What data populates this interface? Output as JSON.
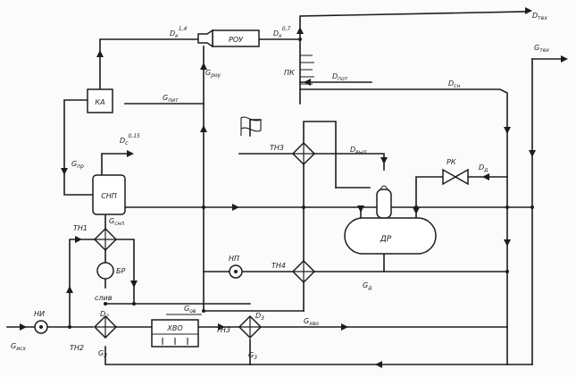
{
  "units": {
    "ka": "КА",
    "rou": "РОУ",
    "pk": "ПК",
    "snp": "СНП",
    "br": "БР",
    "dr": "ДР",
    "rk": "РК",
    "xvo": "ХВО",
    "np": "НП",
    "ni": "НИ"
  },
  "exchangers": {
    "tn1": "ТН1",
    "tn2": "ТН2",
    "tn3_top": "ТН3",
    "tn3_bottom": "ТН3",
    "tn4": "ТН4"
  },
  "flows": {
    "d_tex": {
      "base": "D",
      "sub": "тех",
      "sup": ""
    },
    "g_tex": {
      "base": "G",
      "sub": "тех",
      "sup": ""
    },
    "d_k_14": {
      "base": "D",
      "sub": "к",
      "sup": "1,4"
    },
    "d_k_07": {
      "base": "D",
      "sub": "к",
      "sup": "0,7"
    },
    "g_rou": {
      "base": "G",
      "sub": "роу",
      "sup": ""
    },
    "g_pit": {
      "base": "G",
      "sub": "пит",
      "sup": ""
    },
    "d_pot": {
      "base": "D",
      "sub": "пот",
      "sup": ""
    },
    "d_sn": {
      "base": "D",
      "sub": "сн",
      "sup": ""
    },
    "d_c_015": {
      "base": "D",
      "sub": "с",
      "sup": "0,15"
    },
    "g_pr": {
      "base": "G",
      "sub": "пр",
      "sup": ""
    },
    "d_vyp": {
      "base": "D",
      "sub": "вып",
      "sup": ""
    },
    "d_d": {
      "base": "D",
      "sub": "д",
      "sup": ""
    },
    "g_snp": {
      "base": "G",
      "sub": "снп",
      "sup": ""
    },
    "g_d": {
      "base": "G",
      "sub": "д",
      "sup": ""
    },
    "g_xvo": {
      "base": "G",
      "sub": "хво",
      "sup": ""
    },
    "g_ish": {
      "base": "G",
      "sub": "исх",
      "sup": ""
    },
    "g_ov": {
      "base": "G",
      "sub": "ов",
      "sup": ""
    },
    "d_2": {
      "base": "D",
      "sub": "2",
      "sup": ""
    },
    "g_2": {
      "base": "G",
      "sub": "2",
      "sup": ""
    },
    "d_3": {
      "base": "D",
      "sub": "3",
      "sup": ""
    },
    "g_3": {
      "base": "G",
      "sub": "3",
      "sup": ""
    }
  },
  "notes": {
    "sliv": "слив"
  }
}
